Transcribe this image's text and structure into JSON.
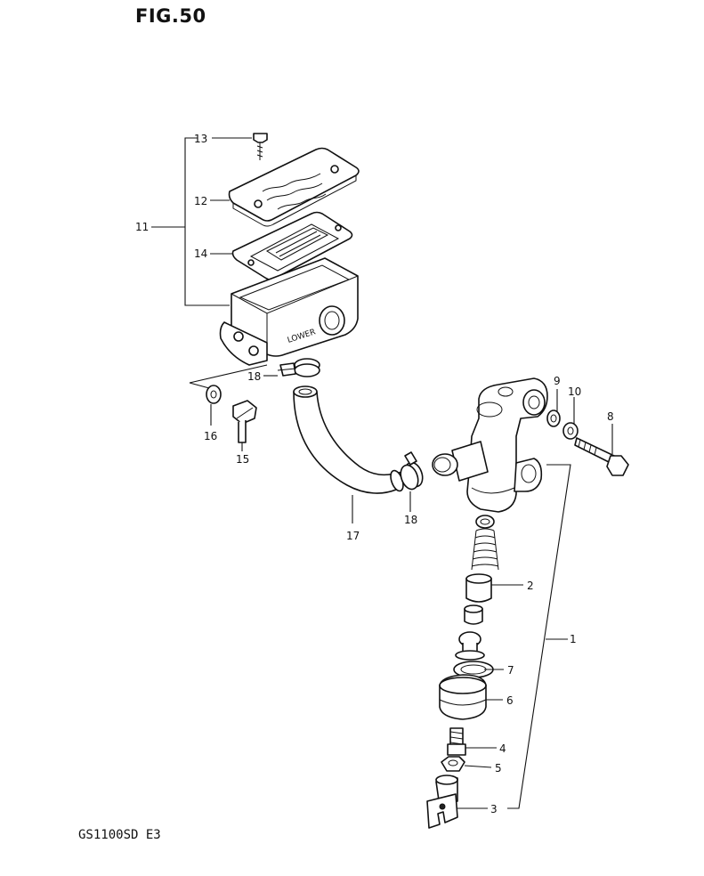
{
  "figure": {
    "title": "FIG.50",
    "model": "GS1100SD E3"
  },
  "callouts": {
    "c1": "1",
    "c2": "2",
    "c3": "3",
    "c4": "4",
    "c5": "5",
    "c6": "6",
    "c7": "7",
    "c8": "8",
    "c9": "9",
    "c10": "10",
    "c11": "11",
    "c12": "12",
    "c13": "13",
    "c14": "14",
    "c15": "15",
    "c16": "16",
    "c17": "17",
    "c18a": "18",
    "c18b": "18"
  },
  "reservoir_marking": "LOWER"
}
